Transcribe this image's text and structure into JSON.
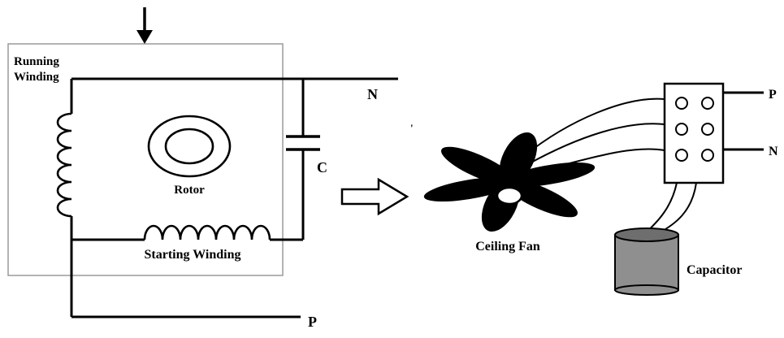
{
  "motor_diagram": {
    "running_winding_label_line1": "Running",
    "running_winding_label_line2": "Winding",
    "rotor_label": "Rotor",
    "starting_winding_label": "Starting Winding",
    "neutral_terminal": "N",
    "capacitor_symbol": "C",
    "phase_terminal": "P",
    "stray_mark": "'"
  },
  "fan_diagram": {
    "ceiling_fan_label": "Ceiling Fan",
    "phase_terminal": "P",
    "neutral_terminal": "N",
    "capacitor_label": "Capacitor"
  },
  "colors": {
    "line": "#000000",
    "box_border": "#9a9a9a",
    "capacitor_body": "#8f8f8f",
    "capacitor_top": "#6e6e6e",
    "background": "#ffffff"
  }
}
